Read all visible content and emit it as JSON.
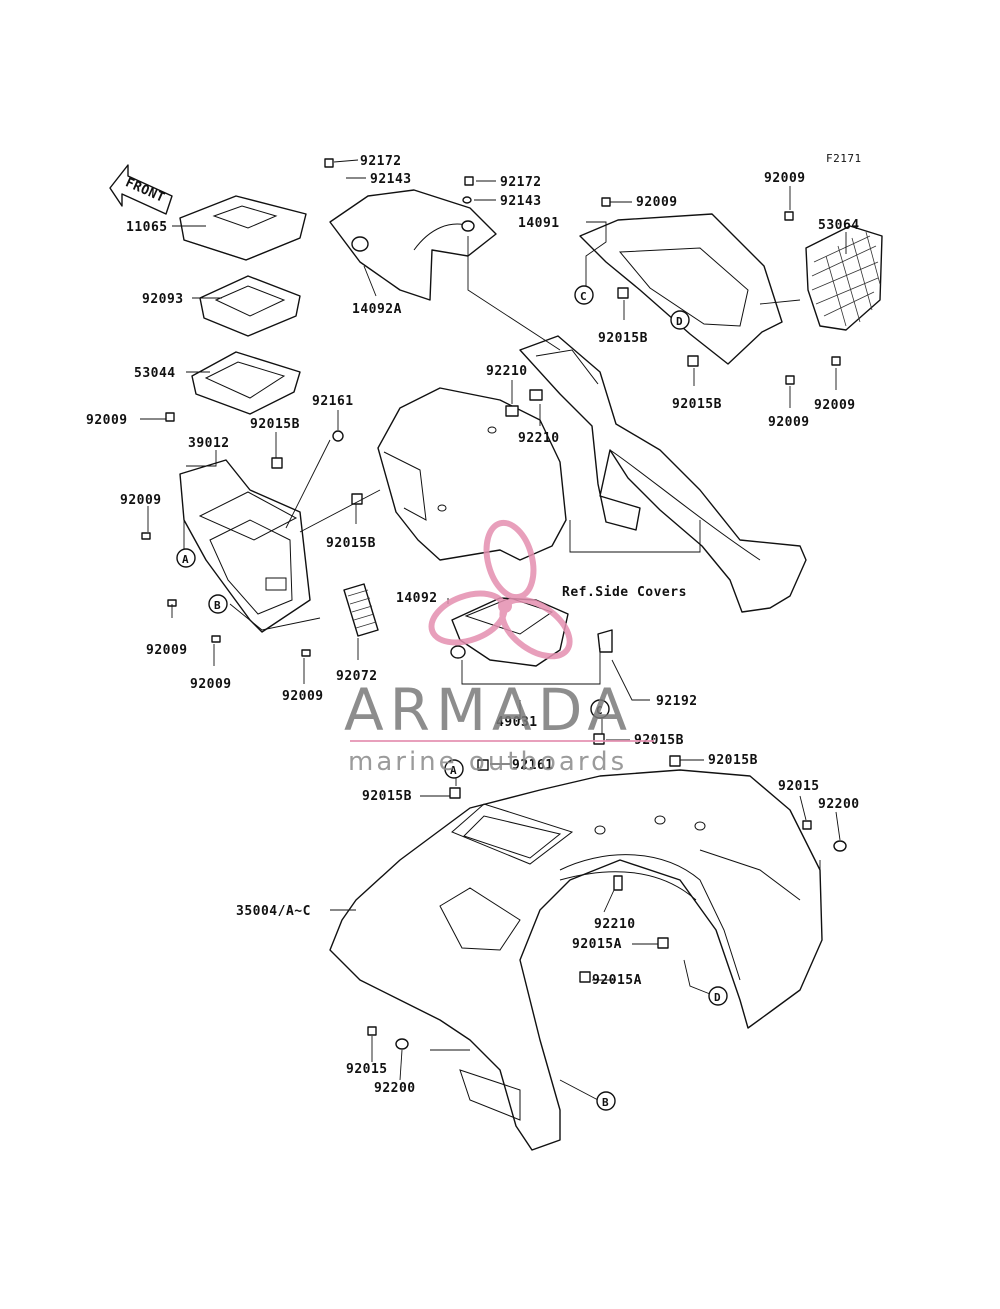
{
  "figure_code": "F2171",
  "front_label": "FRONT",
  "ref_label": "Ref.Side Covers",
  "watermark": {
    "title": "ARMADA",
    "subtitle": "marine outboards"
  },
  "callouts": {
    "c_A1": "A",
    "c_B1": "B",
    "c_C1": "C",
    "c_D1": "D",
    "c_A2": "A",
    "c_B2": "B",
    "c_C2": "C",
    "c_D2": "D"
  },
  "labels": {
    "l_92172a": "92172",
    "l_92143a": "92143",
    "l_92172b": "92172",
    "l_92143b": "92143",
    "l_11065": "11065",
    "l_92093": "92093",
    "l_53044": "53044",
    "l_14092A": "14092A",
    "l_92009a": "92009",
    "l_92009b": "92009",
    "l_14091": "14091",
    "l_53064": "53064",
    "l_92015Ba": "92015B",
    "l_92015Bb": "92015B",
    "l_92009c": "92009",
    "l_92009d": "92009",
    "l_92210a": "92210",
    "l_92210b": "92210",
    "l_92161a": "92161",
    "l_92009e": "92009",
    "l_39012": "39012",
    "l_92015Bc": "92015B",
    "l_92009f": "92009",
    "l_92015Bd": "92015B",
    "l_92009g": "92009",
    "l_92009h": "92009",
    "l_92009i": "92009",
    "l_92072": "92072",
    "l_14092": "14092",
    "l_92192": "92192",
    "l_49031": "49031",
    "l_92015Be": "92015B",
    "l_92161b": "92161",
    "l_92015Bf": "92015B",
    "l_92015Bg": "92015B",
    "l_92015a": "92015",
    "l_92200a": "92200",
    "l_35004": "35004/A~C",
    "l_92210c": "92210",
    "l_92015Aa": "92015A",
    "l_92015Ab": "92015A",
    "l_92015b": "92015",
    "l_92200b": "92200"
  }
}
